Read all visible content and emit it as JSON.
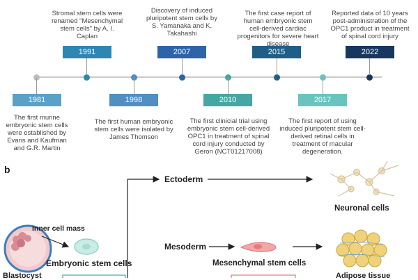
{
  "timeline": {
    "events": [
      {
        "year": "1981",
        "desc": "The first murine embryonic stem cells were established by Evans and Kaufman and G.R. Martin",
        "color": "#5aa1c9"
      },
      {
        "year": "1991",
        "desc": "Stromal stem cells were renamed \"Mesenchymal stem cells\" by A. I. Caplan",
        "color": "#2e86b3"
      },
      {
        "year": "1998",
        "desc": "The first human embryonic stem cells were isolated by James Thomson",
        "color": "#4f8fc3"
      },
      {
        "year": "2007",
        "desc": "Discovery of induced pluripotent stem cells by S. Yamanaka and K. Takahashi",
        "color": "#2d64a8"
      },
      {
        "year": "2010",
        "desc": "The first clinicial trial using embryonic stem cell-derived OPC1 in treatment of spinal cord injury conducted by Geron (NCT01217008)",
        "color": "#45a7a3"
      },
      {
        "year": "2015",
        "desc": "The first case report of human embryonic stem cell-derived cardiac progenitors for severe heart disease",
        "color": "#1f5f87"
      },
      {
        "year": "2017",
        "desc": "The first report of using induced pluripotent stem cell-derived retinal cells in treatment of macular degeneration.",
        "color": "#69c4c0"
      },
      {
        "year": "2022",
        "desc": "Reported data of 10 years post-administration of the OPC1 product in treatment of spinal cord injury",
        "color": "#17375e"
      }
    ]
  },
  "panel_b": {
    "label": "b",
    "inner_cell_mass": "Inner cell mass",
    "blastocyst": "Blastocyst",
    "embryonic_stem_cells": "Embryonic stem cells",
    "ectoderm": "Ectoderm",
    "mesoderm": "Mesoderm",
    "neuronal_cells": "Neuronal cells",
    "mesenchymal_stem_cells": "Mesenchymal stem cells",
    "adipose_tissue": "Adipose tissue"
  }
}
